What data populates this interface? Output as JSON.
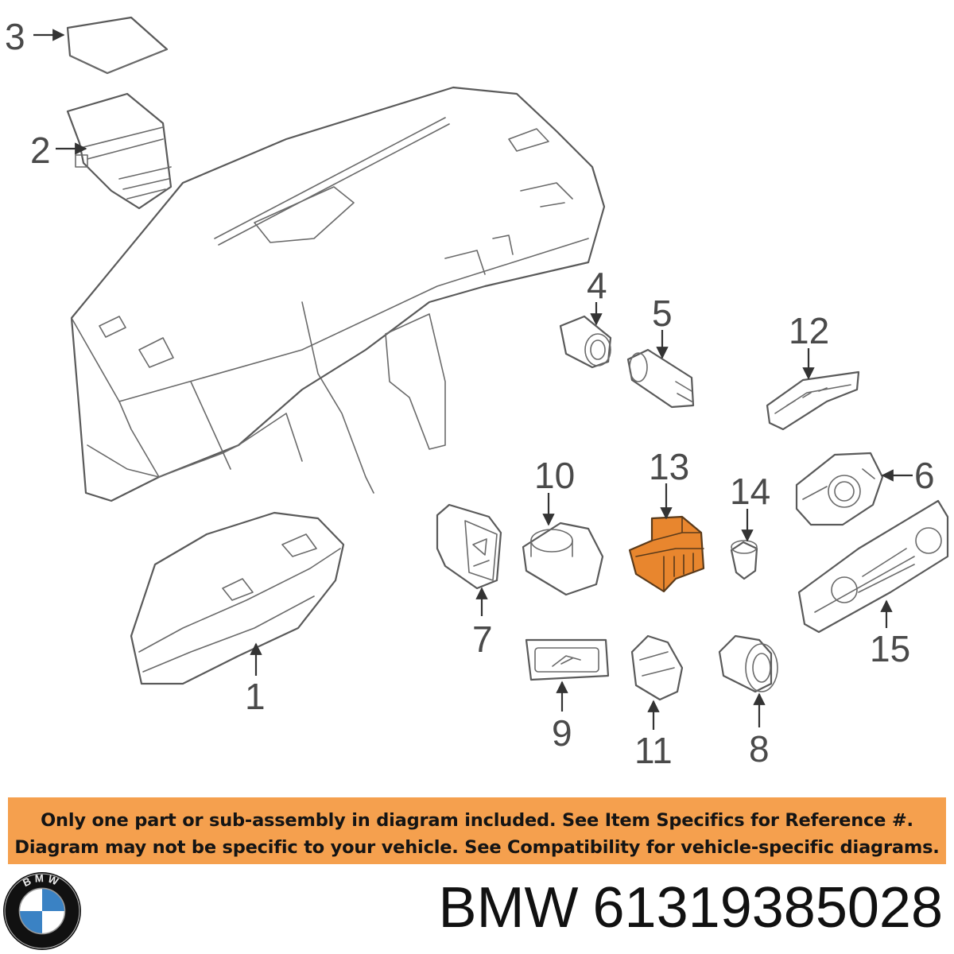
{
  "callouts": [
    "1",
    "2",
    "3",
    "4",
    "5",
    "6",
    "7",
    "8",
    "9",
    "10",
    "11",
    "12",
    "13",
    "14",
    "15"
  ],
  "highlighted_part": "13",
  "colors": {
    "highlight": "#e8862e",
    "banner": "#f5a04e",
    "line": "#5a5a5a"
  },
  "notice": {
    "line1": "Only one part or sub-assembly in diagram included. See Item Specifics for Reference #.",
    "line2": "Diagram may not be specific to your vehicle. See Compatibility for vehicle-specific diagrams."
  },
  "footer": {
    "logo_text": "BMW",
    "brand": "BMW",
    "part_number": "61319385028"
  }
}
